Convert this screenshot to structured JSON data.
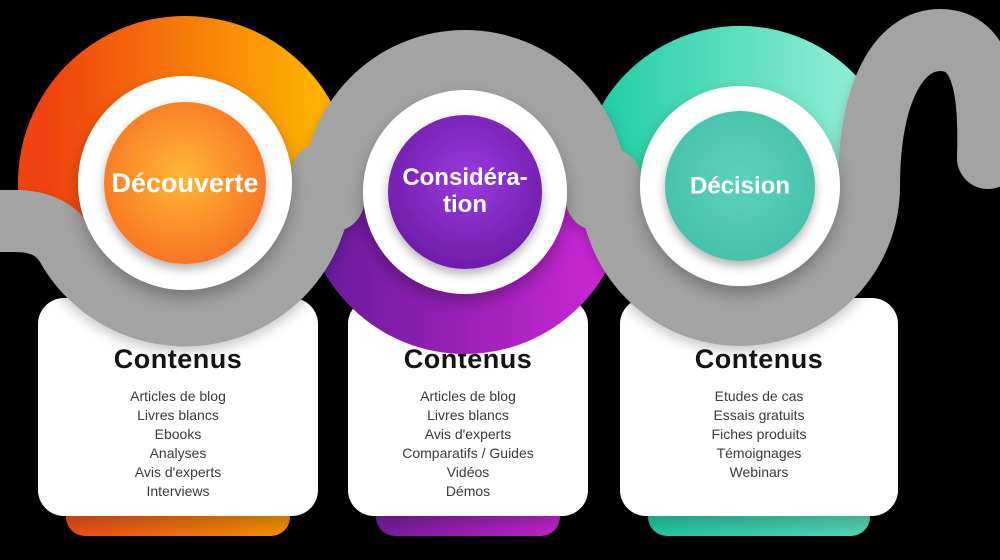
{
  "canvas": {
    "background": "#000000"
  },
  "ribbon": {
    "color": "#a3a3a3"
  },
  "stages": [
    {
      "id": "decouverte",
      "label": "Découverte",
      "contents_title": "Contenus",
      "items": [
        "Articles de blog",
        "Livres blancs",
        "Ebooks",
        "Analyses",
        "Avis d'experts",
        "Interviews"
      ],
      "colors": {
        "arc_from": "#f0430f",
        "arc_to": "#ffb300",
        "inner_from": "#ffb732",
        "inner_to": "#f4511e",
        "bar_from": "#f4511e",
        "bar_to": "#ff9800"
      }
    },
    {
      "id": "consideration",
      "label": "Considéra-\ntion",
      "contents_title": "Contenus",
      "items": [
        "Articles de blog",
        "Livres blancs",
        "Avis d'experts",
        "Comparatifs / Guides",
        "Vidéos",
        "Démos"
      ],
      "colors": {
        "arc_from": "#6d1b9e",
        "arc_to": "#c926d4",
        "inner_from": "#9a3ae0",
        "inner_to": "#5c0f91",
        "bar_from": "#7b1fa2",
        "bar_to": "#c926d4"
      }
    },
    {
      "id": "decision",
      "label": "Décision",
      "contents_title": "Contenus",
      "items": [
        "Etudes de cas",
        "Essais gratuits",
        "Fiches produits",
        "Témoignages",
        "Webinars"
      ],
      "colors": {
        "arc_from": "#25cfa6",
        "arc_to": "#97efd9",
        "inner_from": "#5bd2bc",
        "inner_to": "#3bb8a1",
        "bar_from": "#25cfa6",
        "bar_to": "#58dfc0"
      }
    }
  ]
}
